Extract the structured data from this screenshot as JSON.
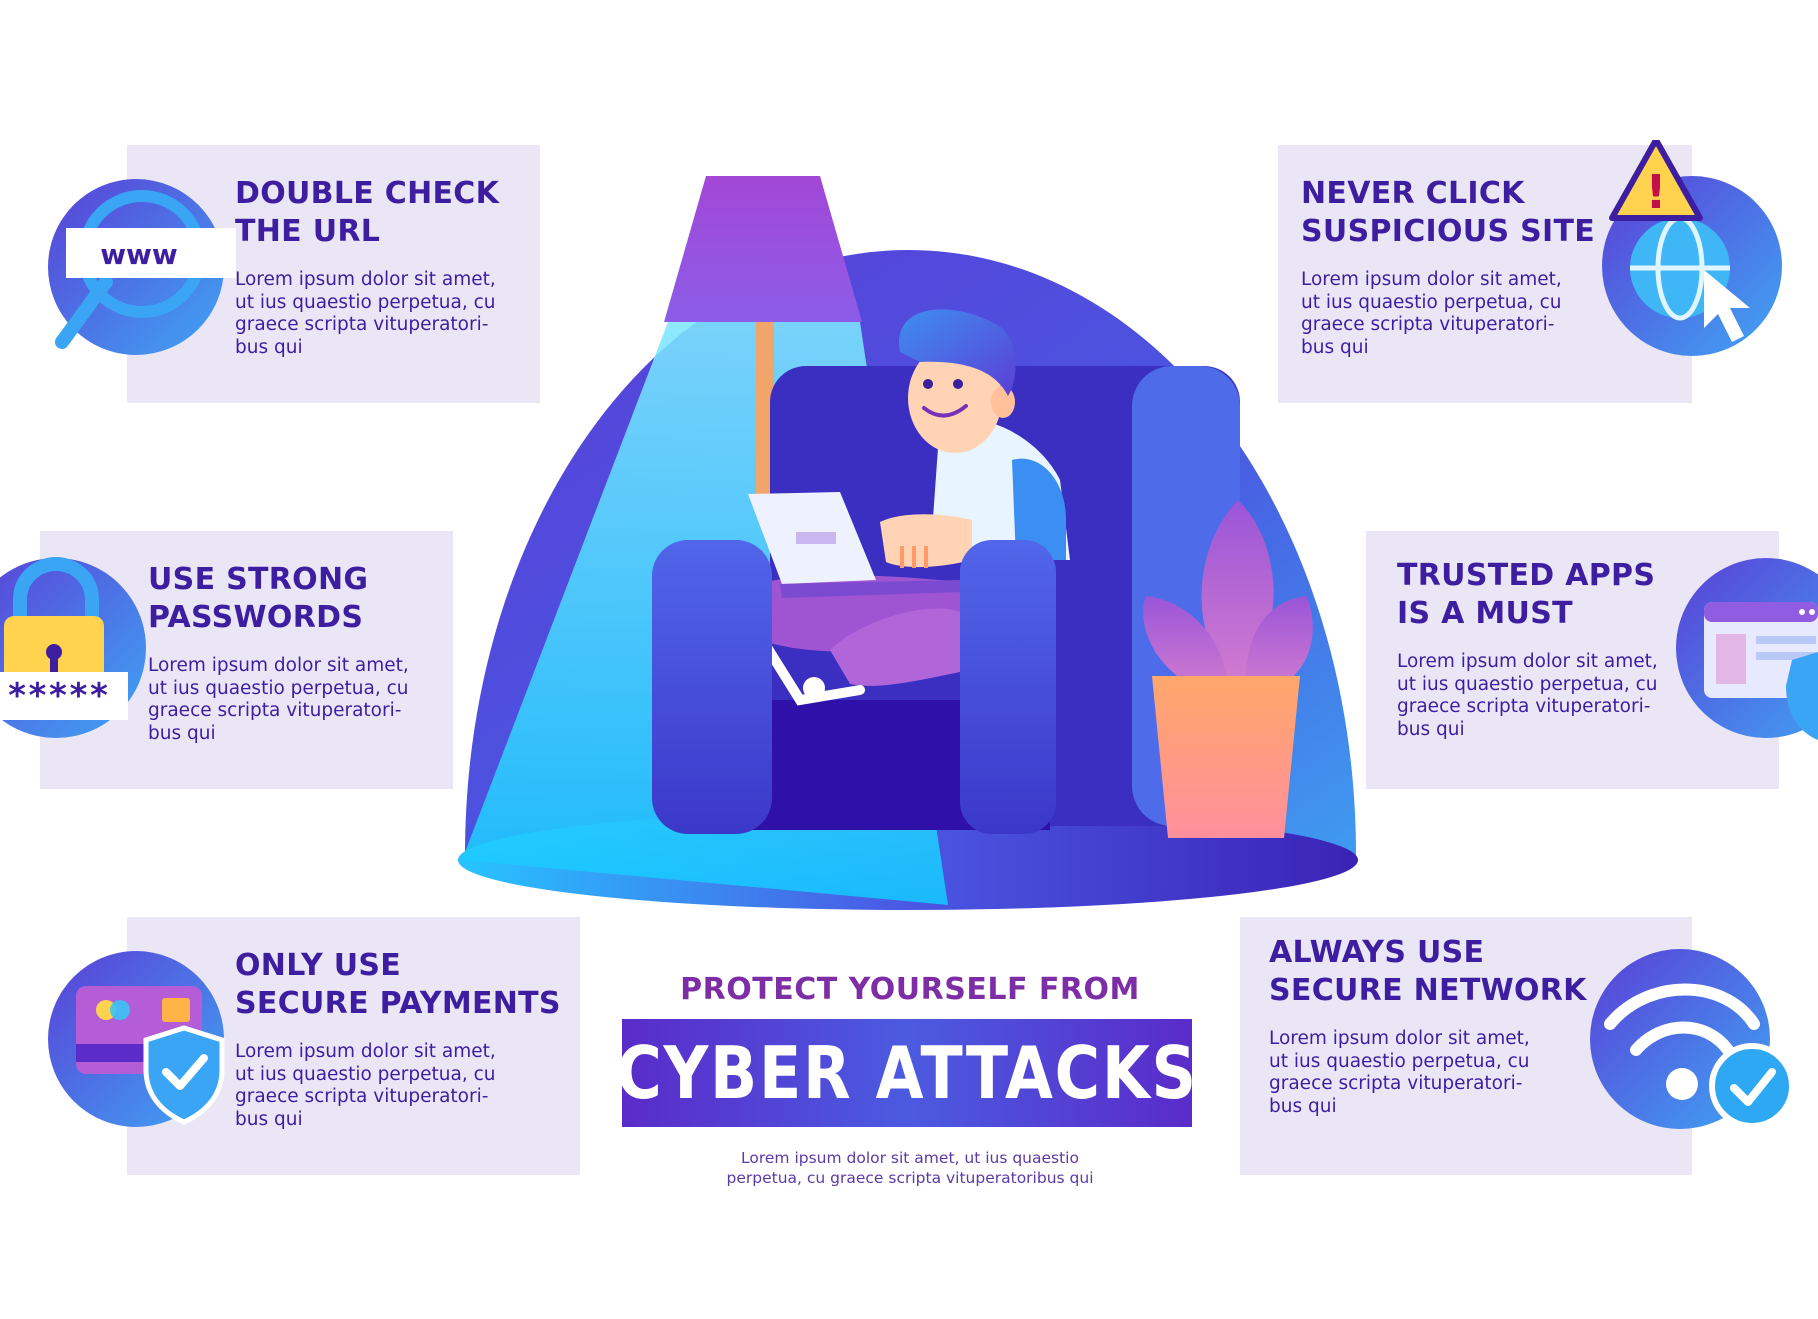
{
  "colors": {
    "panel": "#ebe6f6",
    "title": "#3d1ea0",
    "accent_purple": "#7d2ea6",
    "blue": "#3b82f6",
    "cyan": "#22d3ee"
  },
  "cards": [
    {
      "title_line1": "DOUBLE CHECK",
      "title_line2": "THE URL",
      "body": "Lorem ipsum dolor sit amet,\nut ius quaestio perpetua, cu\ngraece scripta vituperatori-\nbus qui",
      "icon": "magnifier-www-icon",
      "icon_text": "www"
    },
    {
      "title_line1": "NEVER CLICK",
      "title_line2": "SUSPICIOUS SITE",
      "body": "Lorem ipsum dolor sit amet,\nut ius quaestio perpetua, cu\ngraece scripta vituperatori-\nbus qui",
      "icon": "globe-cursor-warning-icon",
      "icon_text": "!"
    },
    {
      "title_line1": "USE STRONG",
      "title_line2": "PASSWORDS",
      "body": "Lorem ipsum dolor sit amet,\nut ius quaestio perpetua, cu\ngraece scripta vituperatori-\nbus qui",
      "icon": "padlock-password-icon",
      "icon_text": "*****"
    },
    {
      "title_line1": "TRUSTED APPS",
      "title_line2": "IS A MUST",
      "body": "Lorem ipsum dolor sit amet,\nut ius quaestio perpetua, cu\ngraece scripta vituperatori-\nbus qui",
      "icon": "browser-shield-icon"
    },
    {
      "title_line1": "ONLY USE",
      "title_line2": "SECURE PAYMENTS",
      "body": "Lorem ipsum dolor sit amet,\nut ius quaestio perpetua, cu\ngraece scripta vituperatori-\nbus qui",
      "icon": "credit-card-shield-icon"
    },
    {
      "title_line1": "ALWAYS USE",
      "title_line2": "SECURE NETWORK",
      "body": "Lorem ipsum dolor sit amet,\nut ius quaestio perpetua, cu\ngraece scripta vituperatori-\nbus qui",
      "icon": "wifi-check-icon"
    }
  ],
  "headline": {
    "top": "PROTECT YOURSELF FROM",
    "main": "CYBER ATTACKS",
    "footer": "Lorem ipsum dolor sit amet, ut ius quaestio\nperpetua, cu graece scripta vituperatoribus qui"
  },
  "illustration": {
    "subject": "person-on-armchair-with-laptop-illustration"
  }
}
